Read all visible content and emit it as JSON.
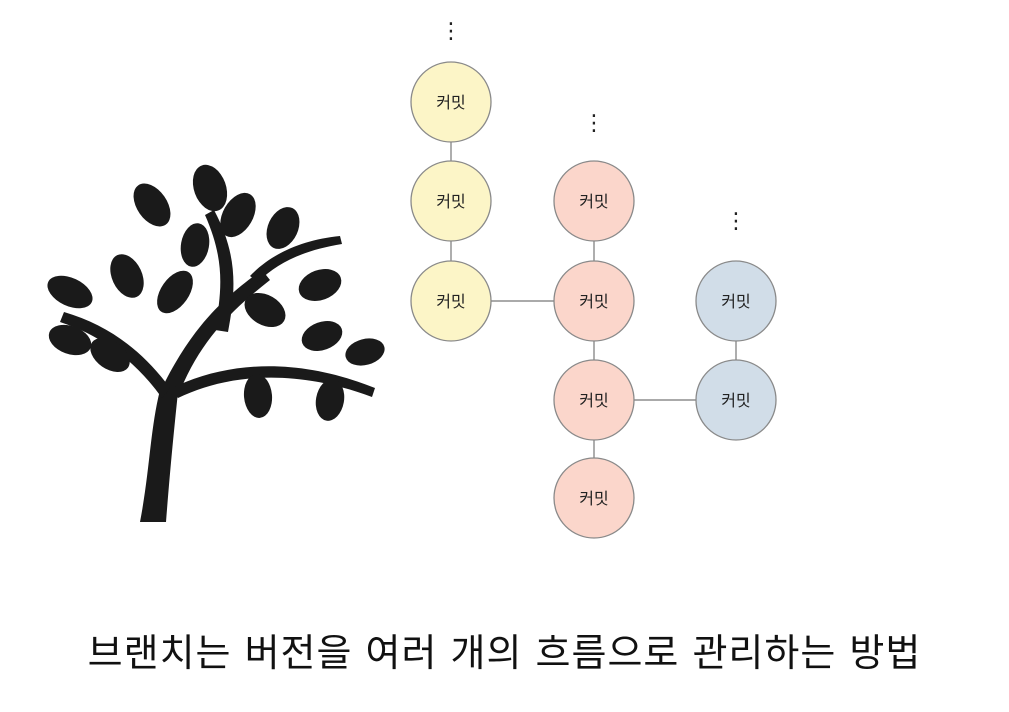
{
  "branches": [
    {
      "id": "yellow",
      "color": "#fcf5c7",
      "commits": [
        {
          "label": "커밋"
        },
        {
          "label": "커밋"
        },
        {
          "label": "커밋"
        }
      ],
      "continuation": "⋮"
    },
    {
      "id": "pink",
      "color": "#fbd6cb",
      "commits": [
        {
          "label": "커밋"
        },
        {
          "label": "커밋"
        },
        {
          "label": "커밋"
        },
        {
          "label": "커밋"
        }
      ],
      "continuation": "⋮"
    },
    {
      "id": "blue",
      "color": "#d1dde8",
      "commits": [
        {
          "label": "커밋"
        },
        {
          "label": "커밋"
        }
      ],
      "continuation": "⋮"
    }
  ],
  "caption": "브랜치는 버전을 여러 개의 흐름으로 관리하는 방법"
}
